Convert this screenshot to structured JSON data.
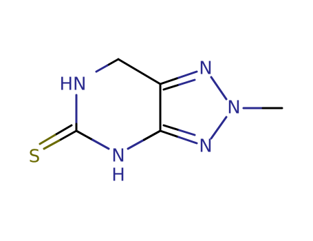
{
  "molecule": {
    "atoms": {
      "n1": {
        "label": "N",
        "color": "#2a2a8f"
      },
      "n2": {
        "label": "N",
        "color": "#2a2a8f"
      },
      "n3": {
        "label": "N",
        "color": "#2a2a8f"
      },
      "nh_top": {
        "label": "HN",
        "color": "#2a2a8f"
      },
      "nh_bottom_n": {
        "label": "N",
        "color": "#2a2a8f"
      },
      "nh_bottom_h": {
        "label": "H",
        "color": "#2a2a8f"
      },
      "s": {
        "label": "S",
        "color": "#6b6b00"
      }
    },
    "colors": {
      "carbon_bond": "#000000",
      "nitrogen": "#2a2a8f",
      "sulfur": "#6b6b00"
    }
  }
}
